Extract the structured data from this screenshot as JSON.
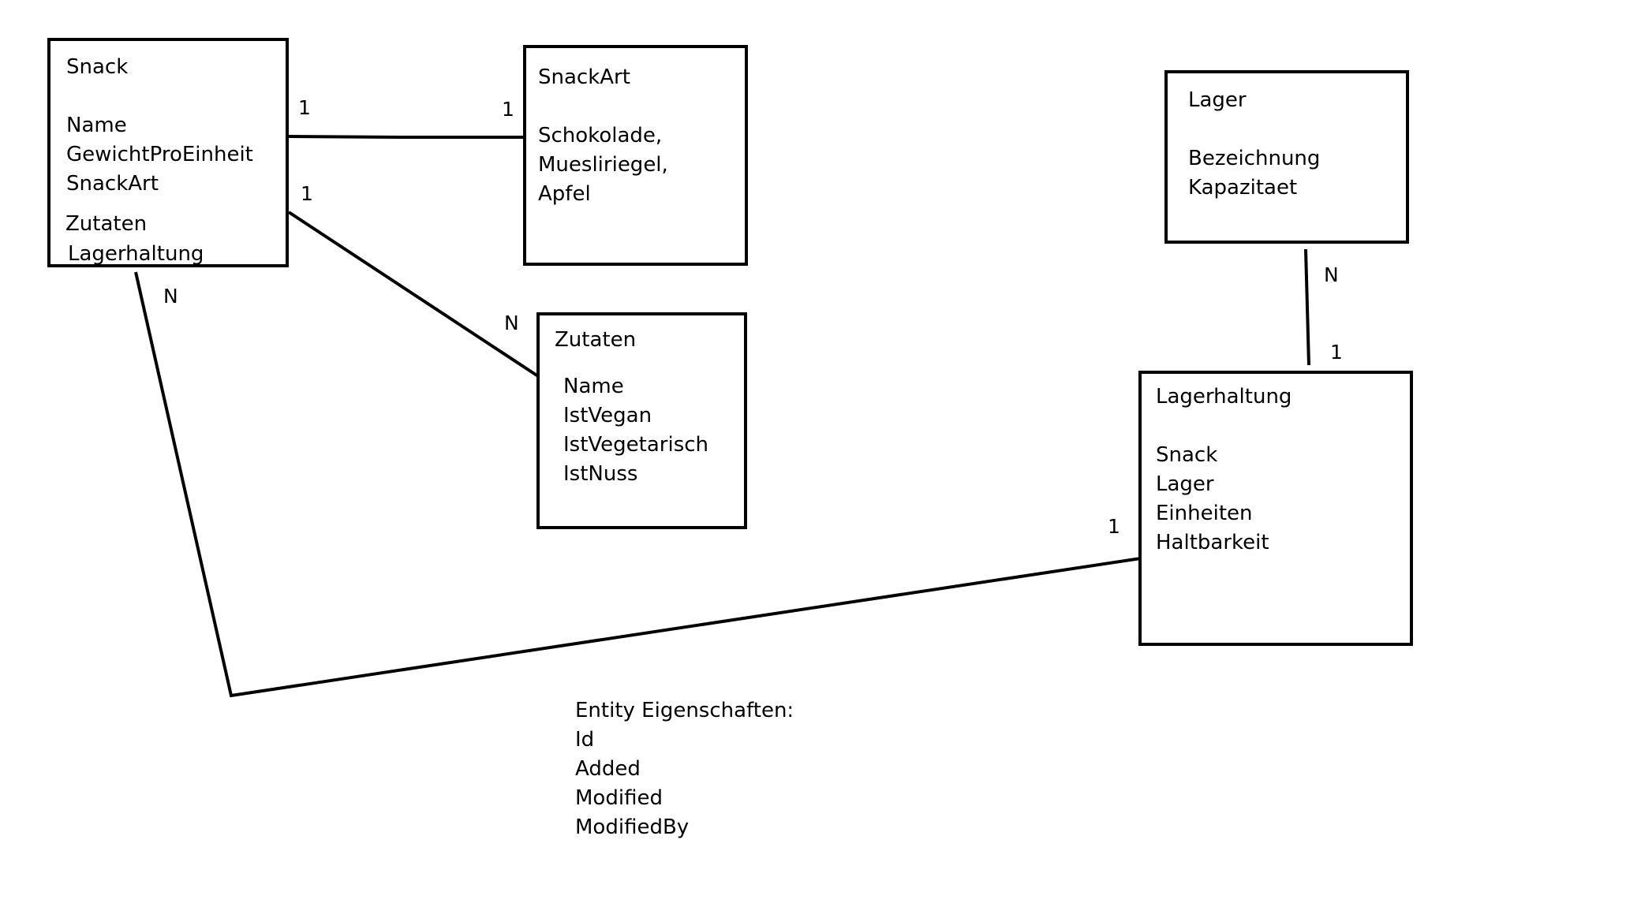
{
  "entities": {
    "snack": {
      "title": "Snack",
      "attributes": [
        "Name",
        "GewichtProEinheit",
        "SnackArt",
        "Zutaten",
        "Lagerhaltung"
      ]
    },
    "snackart": {
      "title": "SnackArt",
      "attributes": [
        "Schokolade,",
        "Muesliriegel,",
        "Apfel"
      ]
    },
    "zutaten": {
      "title": "Zutaten",
      "attributes": [
        "Name",
        "IstVegan",
        "IstVegetarisch",
        "IstNuss"
      ]
    },
    "lager": {
      "title": "Lager",
      "attributes": [
        "Bezeichnung",
        "Kapazitaet"
      ]
    },
    "lagerhaltung": {
      "title": "Lagerhaltung",
      "attributes": [
        "Snack",
        "Lager",
        "Einheiten",
        "Haltbarkeit"
      ]
    }
  },
  "relations": {
    "snack_snackart": {
      "from_card": "1",
      "to_card": "1"
    },
    "snack_zutaten": {
      "from_card": "1",
      "to_card": "N"
    },
    "snack_lagerhaltung": {
      "from_card": "N",
      "to_card": "1"
    },
    "lager_lagerhaltung": {
      "from_card": "N",
      "to_card": "1"
    }
  },
  "note": {
    "title": "Entity Eigenschaften:",
    "lines": [
      "Id",
      "Added",
      "Modified",
      "ModifiedBy"
    ]
  }
}
